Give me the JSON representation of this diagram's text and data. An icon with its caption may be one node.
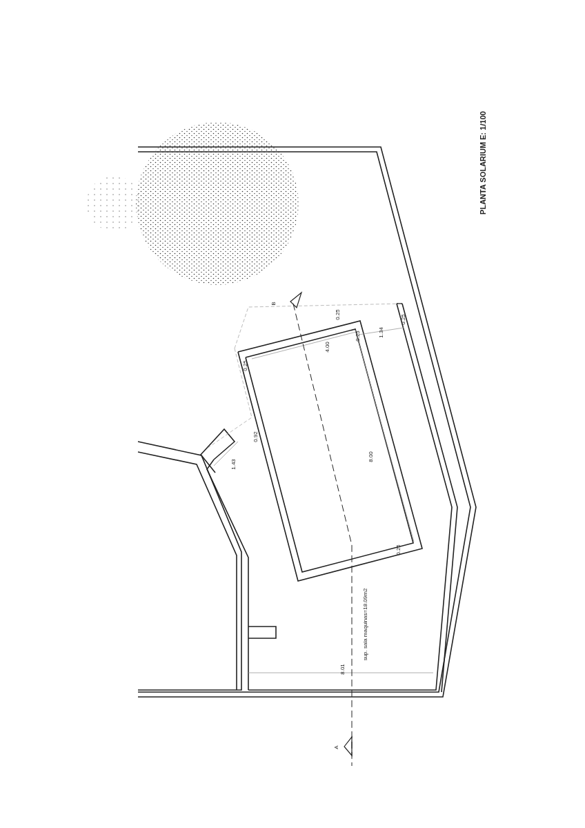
{
  "diagram": {
    "title": "PLANTA SOLARIUM E: 1/100",
    "labels": [
      "B",
      "0.25",
      "0.25",
      "1.34",
      "0.25",
      "4.00",
      "0.25",
      "0.92",
      "1.43",
      "8.00",
      "0.25",
      "sup. sala maquinas=18.09m2",
      "8.01",
      "A"
    ]
  }
}
